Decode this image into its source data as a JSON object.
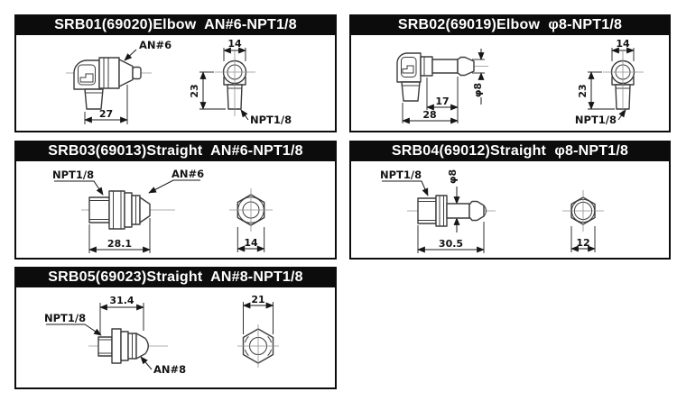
{
  "page": {
    "background": "#ffffff"
  },
  "colors": {
    "header_bg": "#0c0c0c",
    "header_text": "#ffffff",
    "part_line": "#3c3c3c",
    "dim_line": "#1a1a1a",
    "panel_border": "#0c0c0c"
  },
  "panels": [
    {
      "id": "srb01",
      "title": "SRB01(69020)Elbow  AN#6-NPT1/8",
      "fitting_label": "AN#6",
      "thread_label": "NPT1/8",
      "dim_length": "27",
      "dim_width": "14",
      "dim_height": "23"
    },
    {
      "id": "srb02",
      "title": "SRB02(69019)Elbow  φ8-NPT1/8",
      "diameter_label": "φ8",
      "thread_label": "NPT1/8",
      "dim_barb": "17",
      "dim_length": "28",
      "dim_width": "14",
      "dim_height": "23"
    },
    {
      "id": "srb03",
      "title": "SRB03(69013)Straight  AN#6-NPT1/8",
      "thread_label": "NPT1/8",
      "fitting_label": "AN#6",
      "dim_length": "28.1",
      "dim_hex": "14"
    },
    {
      "id": "srb04",
      "title": "SRB04(69012)Straight  φ8-NPT1/8",
      "thread_label": "NPT1/8",
      "diameter_label": "φ8",
      "dim_length": "30.5",
      "dim_hex": "12"
    },
    {
      "id": "srb05",
      "title": "SRB05(69023)Straight  AN#8-NPT1/8",
      "thread_label": "NPT1/8",
      "fitting_label": "AN#8",
      "dim_length": "31.4",
      "dim_hex": "21"
    }
  ]
}
